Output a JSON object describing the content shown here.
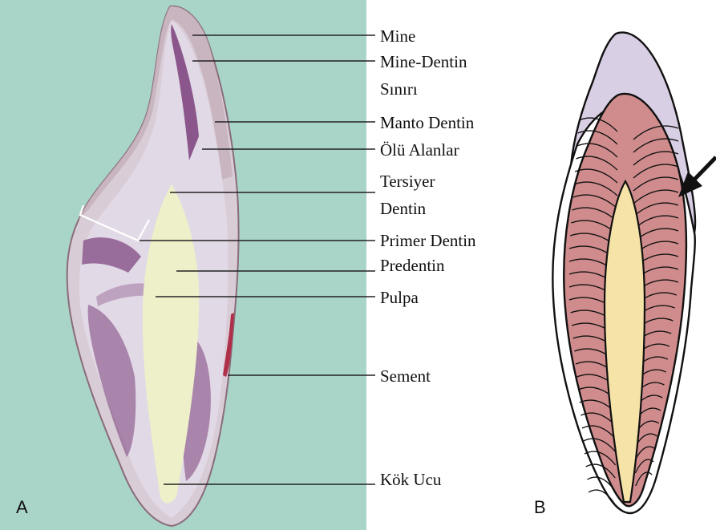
{
  "panel_a": {
    "letter": "A",
    "labels": [
      {
        "key": "mine",
        "lines": [
          "Mine"
        ]
      },
      {
        "key": "mine-dentin-siniri",
        "lines": [
          "Mine-Dentin",
          "Sınırı"
        ]
      },
      {
        "key": "manto-dentin",
        "lines": [
          "Manto Dentin"
        ]
      },
      {
        "key": "olu-alanlar",
        "lines": [
          "Ölü Alanlar"
        ]
      },
      {
        "key": "tersiyer-dentin",
        "lines": [
          "Tersiyer",
          "Dentin"
        ]
      },
      {
        "key": "primer-dentin",
        "lines": [
          "Primer Dentin"
        ]
      },
      {
        "key": "predentin",
        "lines": [
          "Predentin"
        ]
      },
      {
        "key": "pulpa",
        "lines": [
          "Pulpa"
        ]
      },
      {
        "key": "sement",
        "lines": [
          "Sement"
        ]
      },
      {
        "key": "kok-ucu",
        "lines": [
          "Kök Ucu"
        ]
      }
    ]
  },
  "panel_b": {
    "letter": "B"
  },
  "colors": {
    "photo_background": "#a9d5c8",
    "enamel_photo": "#c9b7bf",
    "dentin_photo": "#e2d9e6",
    "stain_purple": "#7a3e7a",
    "pulp_photo": "#eef0c9",
    "cementum_red": "#b0304a",
    "enamel_diagram": "#d9cfe5",
    "dentin_diagram": "#d08c8c",
    "pulp_diagram": "#f6e3a8",
    "outline": "#111111"
  }
}
